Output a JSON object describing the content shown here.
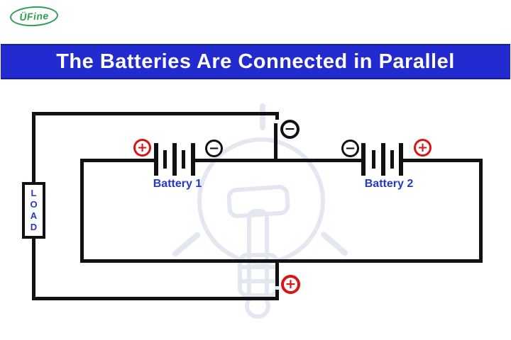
{
  "logo": {
    "text": "ÜFine"
  },
  "banner": {
    "title": "The Batteries Are Connected in Parallel"
  },
  "circuit": {
    "load": {
      "letters": [
        "L",
        "O",
        "A",
        "D"
      ]
    },
    "batteries": [
      {
        "label": "Battery 1",
        "left_terminal": "+",
        "right_terminal": "−"
      },
      {
        "label": "Battery 2",
        "left_terminal": "−",
        "right_terminal": "+"
      }
    ],
    "junctions": {
      "top_terminal": "−",
      "bottom_terminal": "+"
    },
    "colors": {
      "wire": "#111111",
      "positive_red": "#d81414",
      "negative_black": "#111111",
      "label_blue": "#2338cc",
      "banner_blue": "#232bd0",
      "logo_green": "#2f9e54",
      "watermark_gray": "#e3e7f0"
    }
  }
}
